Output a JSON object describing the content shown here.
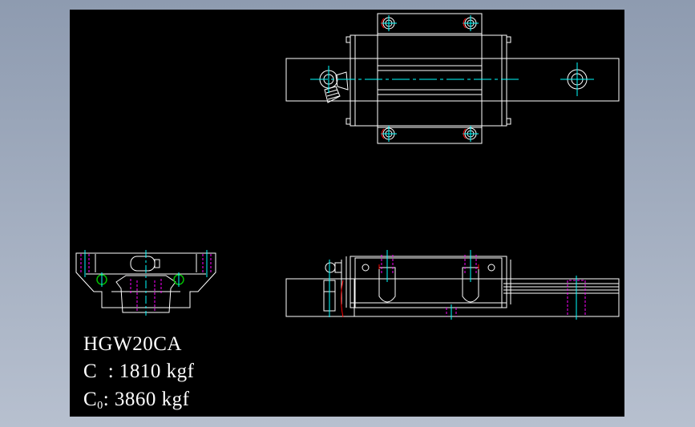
{
  "labels": {
    "model": "HGW20CA",
    "c_symbol": "C",
    "c_value": "  : 1810 kgf",
    "c0_symbol": "C",
    "c0_subscript": "0",
    "c0_value": ": 3860 kgf"
  },
  "colors": {
    "background": "#000000",
    "outline": "#ffffff",
    "centerline": "#00ffff",
    "hidden": "#ff00ff",
    "screw": "#00c000",
    "mark": "#ff0000"
  }
}
